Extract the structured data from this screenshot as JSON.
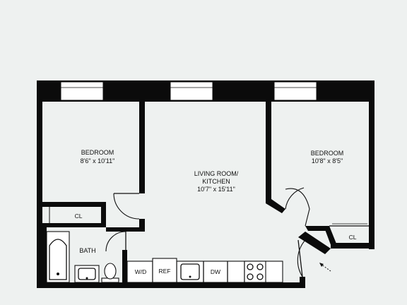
{
  "rooms": {
    "bedroom_left": {
      "name": "BEDROOM",
      "dims": "8'6\" x 10'11\""
    },
    "living": {
      "name_line1": "LIVING ROOM/",
      "name_line2": "KITCHEN",
      "dims": "10'7\" x 15'11\""
    },
    "bedroom_right": {
      "name": "BEDROOM",
      "dims": "10'8\" x 8'5\""
    },
    "closet_left": {
      "name": "CL"
    },
    "closet_right": {
      "name": "CL"
    },
    "bath": {
      "name": "BATH"
    }
  },
  "kitchen": {
    "washer_dryer": "W/D",
    "refrigerator": "REF",
    "dishwasher": "DW"
  },
  "colors": {
    "background": "#eef1f0",
    "wall": "#0b0b0b",
    "window": "#ffffff"
  },
  "icons": [
    "entry-arrow-icon",
    "sink-icon",
    "toilet-icon",
    "stove-icon",
    "bathtub-icon"
  ]
}
